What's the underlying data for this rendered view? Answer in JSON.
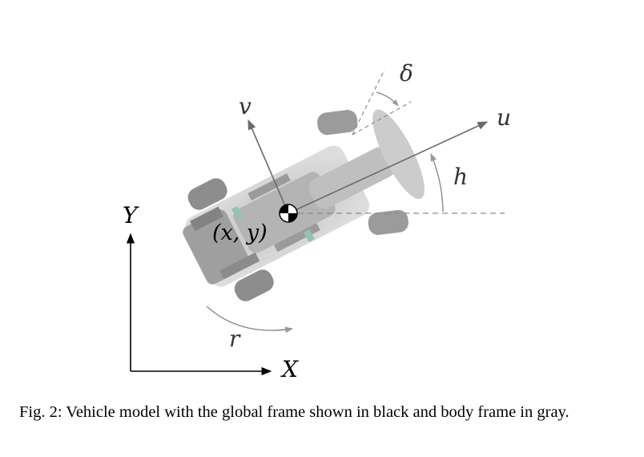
{
  "figure": {
    "labels": {
      "global_x": "X",
      "global_y": "Y",
      "body_u": "u",
      "body_v": "v",
      "heading": "h",
      "steering": "δ",
      "yaw_rate": "r",
      "position": "(x, y)"
    },
    "colors": {
      "global_frame": "#000000",
      "body_frame": "#6b6b6b",
      "vehicle": "#9a9a9a"
    }
  },
  "caption": {
    "text": "Fig. 2: Vehicle model with the global frame shown in black and body frame in gray."
  }
}
